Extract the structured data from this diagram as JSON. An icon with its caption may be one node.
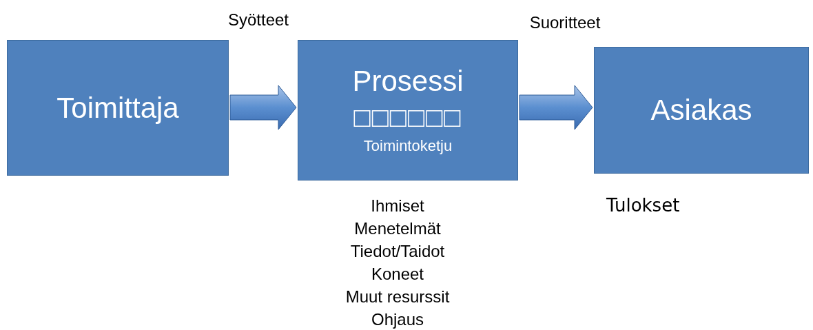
{
  "diagram": {
    "nodes": [
      {
        "text": [
          "Toimittaja"
        ]
      },
      {
        "text": [
          "Prosessi",
          "□□□□□□",
          "Toimintoketju"
        ],
        "beside": [
          "Ihmiset",
          "Menetelmät",
          "Tiedot/Taidot",
          "Koneet",
          "Muut resurssit",
          "Ohjaus"
        ]
      },
      {
        "text": [
          "Asiakas"
        ],
        "beside": [
          "Tulokset"
        ]
      }
    ],
    "edges": [
      {
        "from": 0,
        "to": 1,
        "arrow": "to",
        "label": "Syötteet"
      },
      {
        "from": 1,
        "to": 2,
        "arrow": "to",
        "label": "Suoritteet"
      }
    ]
  }
}
